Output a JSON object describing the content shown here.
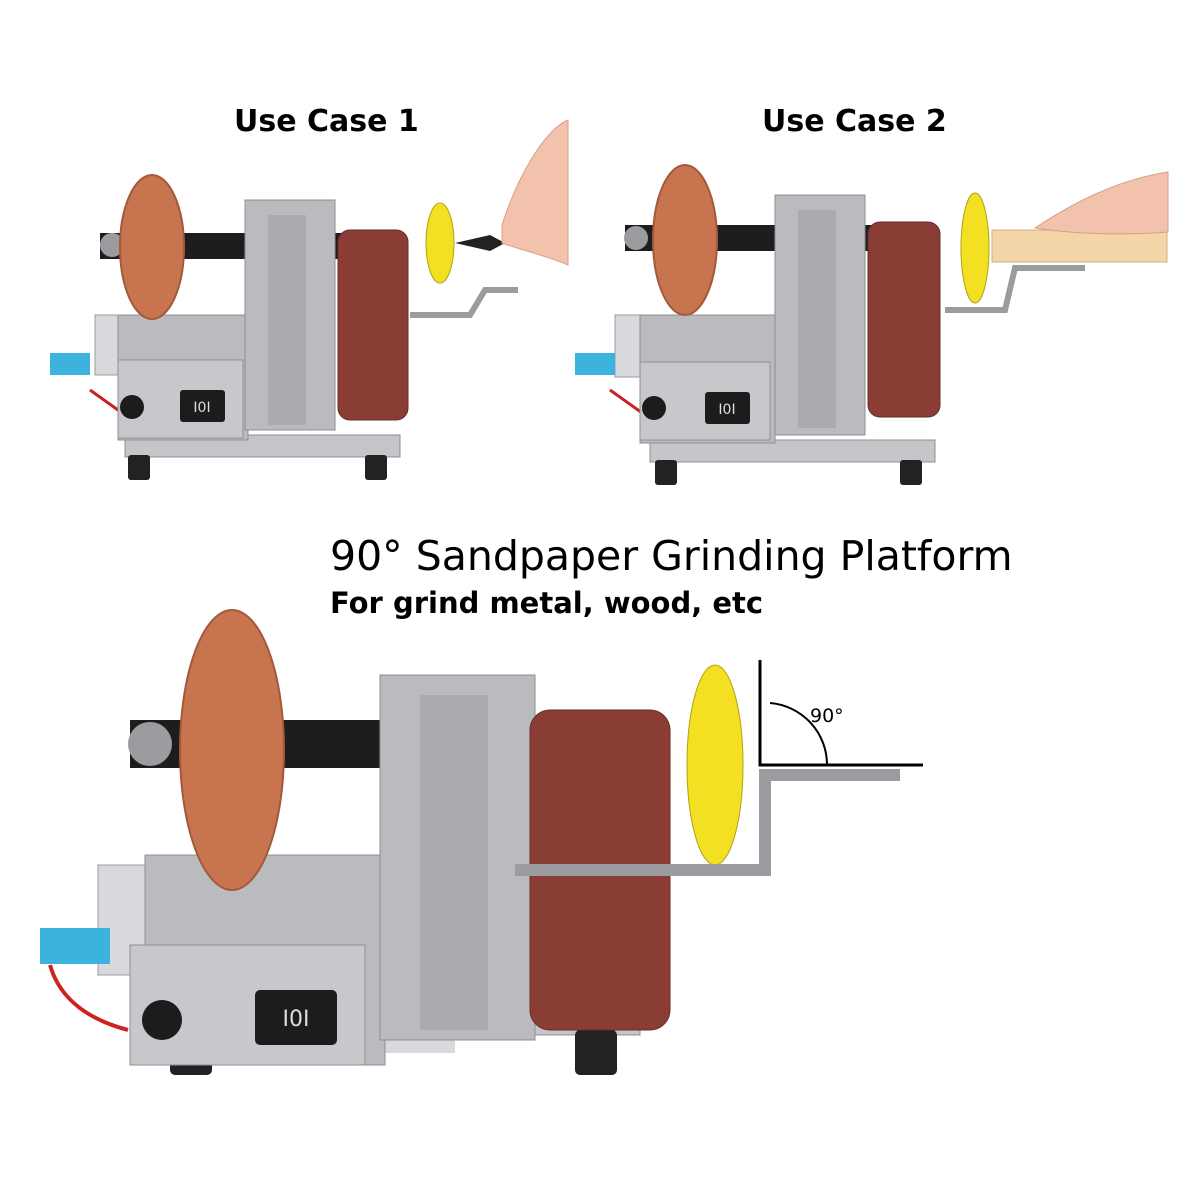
{
  "use_cases": [
    {
      "label": "Use Case 1",
      "switch_text": "I0I"
    },
    {
      "label": "Use Case 2",
      "switch_text": "I0I"
    }
  ],
  "main": {
    "title": "90° Sandpaper Grinding Platform",
    "subtitle": "For grind metal, wood, etc",
    "angle_label": "90°",
    "switch_text": "I0I"
  },
  "colors": {
    "grinding_wheel": "#c8744f",
    "sanding_belt": "#8a3d35",
    "sanding_pad": "#f3e022",
    "frame": "#b9bbbe",
    "background": "#ffffff"
  }
}
